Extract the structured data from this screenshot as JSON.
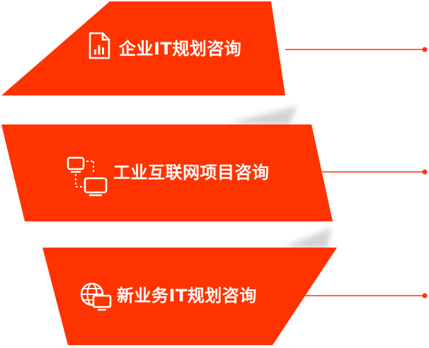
{
  "services": [
    {
      "label": "企业IT规划咨询",
      "icon": "bar-chart-document-icon"
    },
    {
      "label": "工业互联网项目咨询",
      "icon": "connected-monitors-icon"
    },
    {
      "label": "新业务IT规划咨询",
      "icon": "globe-monitor-icon"
    }
  ],
  "colors": {
    "accent": "#ff3300",
    "shadow": "#d9d9d9"
  }
}
